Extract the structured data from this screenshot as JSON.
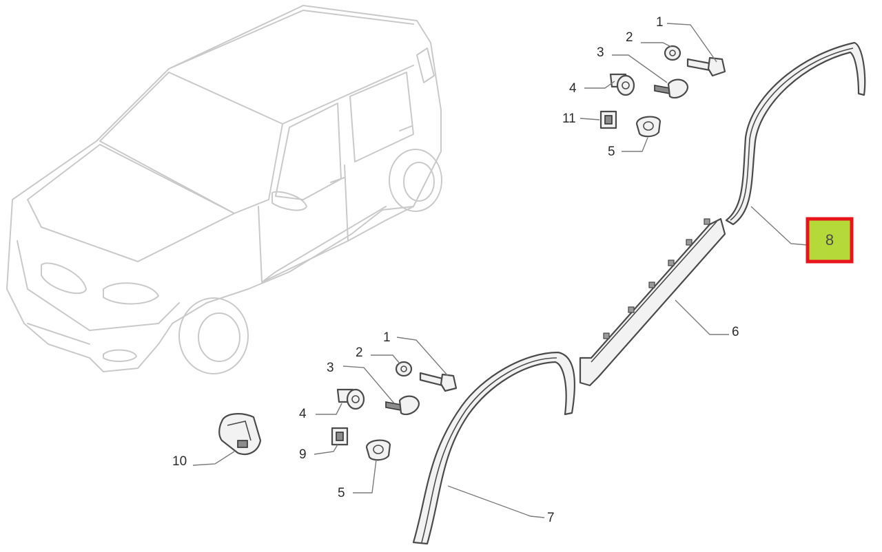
{
  "diagram": {
    "highlight_color": "#b6d93a",
    "highlight_border_color": "#e8141b",
    "callouts": {
      "upper": {
        "c1": "1",
        "c2": "2",
        "c3": "3",
        "c4": "4",
        "c11": "11",
        "c5": "5"
      },
      "lower": {
        "c1": "1",
        "c2": "2",
        "c3": "3",
        "c4": "4",
        "c9": "9",
        "c5": "5",
        "c10": "10"
      },
      "sill_moulding": "6",
      "front_arch": "7",
      "rear_arch": "8"
    },
    "selected_callout": "8"
  }
}
